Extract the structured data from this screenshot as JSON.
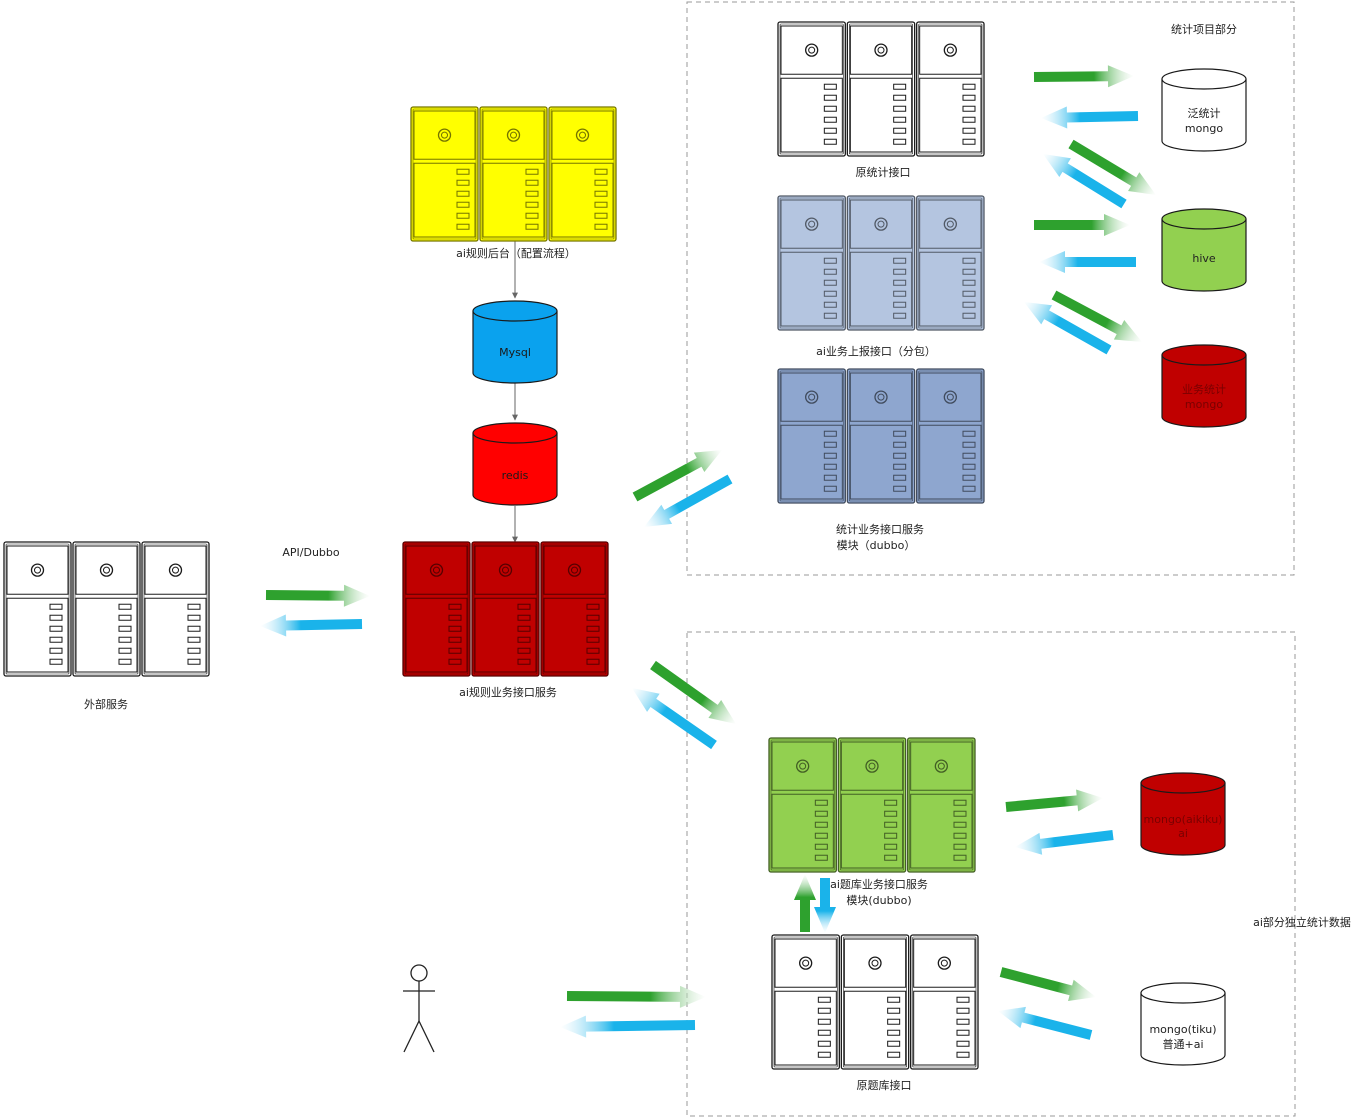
{
  "colors": {
    "white_server": "#ffffff",
    "yellow_server": "#ffff00",
    "red_server": "#c00000",
    "lightblue_server": "#b4c5e0",
    "blue_server": "#8ea6cf",
    "green_server": "#92d050",
    "mysql": "#0aa2ee",
    "redis": "#ff0000",
    "hive": "#92d050",
    "red_db": "#c00000",
    "white_db": "#ffffff",
    "arrow_green": "#2ea12e",
    "arrow_blue": "#1ab3ea",
    "dashed_border": "#999999",
    "connector": "#666666"
  },
  "labels": {
    "external_service": "外部服务",
    "api_dubbo": "API/Dubbo",
    "ai_rule_backend": "ai规则后台（配置流程）",
    "ai_rule_business_service": "ai规则业务接口服务",
    "original_stat_interface": "原统计接口",
    "ai_business_report": "ai业务上报接口（分包）",
    "stat_business_service_line1": "统计业务接口服务",
    "stat_business_service_line2": "模块（dubbo）",
    "stat_project_section": "统计项目部分",
    "ai_tiku_service_line1": "ai题库业务接口服务",
    "ai_tiku_service_line2": "模块(dubbo)",
    "original_tiku_interface": "原题库接口",
    "ai_independent_stats": "ai部分独立统计数据"
  },
  "databases": {
    "mysql": "Mysql",
    "redis": "redis",
    "fan_stat_mongo_line1": "泛统计",
    "fan_stat_mongo_line2": "mongo",
    "hive": "hive",
    "business_stat_mongo_line1": "业务统计",
    "business_stat_mongo_line2": "mongo",
    "mongo_aikiku_line1": "mongo(aikiku)",
    "mongo_aikiku_line2": "ai",
    "mongo_tiku_line1": "mongo(tiku)",
    "mongo_tiku_line2": "普通+ai"
  },
  "icons": {
    "server": "server-rack-icon",
    "database": "database-cylinder-icon",
    "user": "stick-figure-user-icon"
  }
}
